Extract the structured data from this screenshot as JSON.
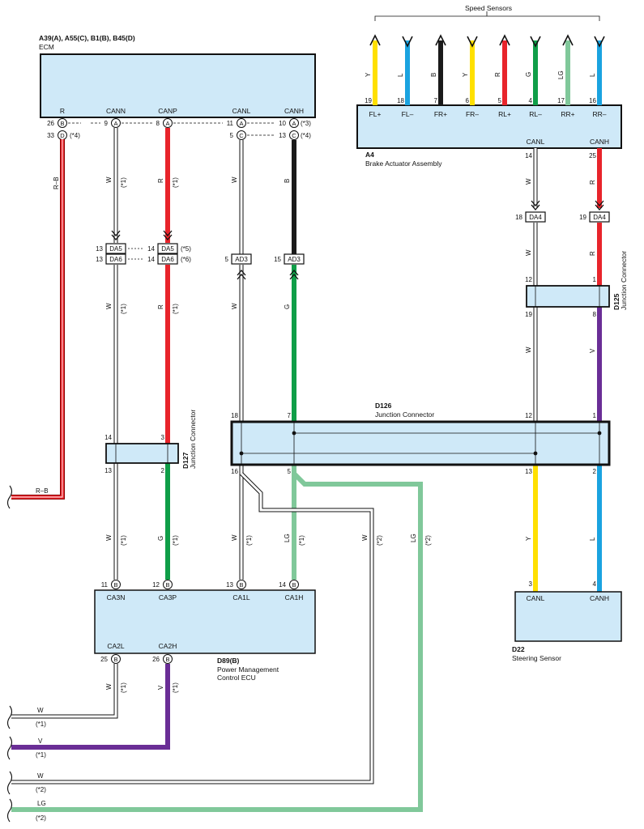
{
  "speed_sensors_title": "Speed Sensors",
  "ecm": {
    "id": "A39(A), A55(C), B1(B), B45(D)",
    "name": "ECM",
    "terms": [
      "R",
      "CANN",
      "CANP",
      "CANL",
      "CANH"
    ],
    "r_pin_b": "26",
    "r_conn_b": "B",
    "r_pin_d": "33",
    "r_conn_d": "D",
    "r_note_d": "(*4)",
    "cann_pin": "9",
    "cann_conn": "A",
    "canp_pin": "8",
    "canp_conn": "A",
    "canl_pin_a": "11",
    "canl_conn_a": "A",
    "canl_pin_c": "5",
    "canl_conn_c": "C",
    "canh_pin_a": "10",
    "canh_conn_a": "A",
    "canh_note_a": "(*3)",
    "canh_pin_c": "13",
    "canh_conn_c": "C",
    "canh_note_c": "(*4)"
  },
  "brake": {
    "id": "A4",
    "name": "Brake Actuator Assembly",
    "terms": [
      "FL+",
      "FL–",
      "FR+",
      "FR–",
      "RL+",
      "RL–",
      "RR+",
      "RR–"
    ],
    "pins": [
      "19",
      "18",
      "7",
      "6",
      "5",
      "4",
      "17",
      "16"
    ],
    "colors": [
      "Y",
      "L",
      "B",
      "Y",
      "R",
      "G",
      "LG",
      "L"
    ],
    "canl": "CANL",
    "canh": "CANH",
    "canl_pin": "14",
    "canh_pin": "25"
  },
  "wires": {
    "r_b": "R–B",
    "w": "W",
    "r": "R",
    "b": "B",
    "g": "G",
    "lg": "LG",
    "y": "Y",
    "l": "L",
    "v": "V",
    "n1": "(*1)",
    "n2": "(*2)"
  },
  "connectors": {
    "da5": "DA5",
    "da6": "DA6",
    "ad3": "AD3",
    "da4": "DA4",
    "da5_left_pin": "13",
    "da6_left_pin": "13",
    "da5_right_pin": "14",
    "da6_right_pin": "14",
    "da5_note": "(*5)",
    "da6_note": "(*6)",
    "ad3_canl_pin": "5",
    "ad3_canh_pin": "15",
    "da4_canl_pin": "18",
    "da4_canh_pin": "19"
  },
  "d125": {
    "id": "D125",
    "name": "Junction Connector",
    "top_left": "12",
    "top_right": "1",
    "bot_left": "19",
    "bot_right": "8"
  },
  "d127": {
    "id": "D127",
    "name": "Junction Connector",
    "top_left": "14",
    "top_right": "3",
    "bot_left": "13",
    "bot_right": "2"
  },
  "d126": {
    "id": "D126",
    "name": "Junction Connector",
    "top_pins": [
      "18",
      "7",
      "12",
      "1"
    ],
    "bot_pins": [
      "16",
      "5",
      "13",
      "2"
    ]
  },
  "d89": {
    "id": "D89(B)",
    "name1": "Power Management",
    "name2": "Control ECU",
    "top_terms": [
      "CA3N",
      "CA3P",
      "CA1L",
      "CA1H"
    ],
    "top_pins": [
      "11",
      "12",
      "13",
      "14"
    ],
    "conn": "B",
    "bot_terms": [
      "CA2L",
      "CA2H"
    ],
    "bot_pins": [
      "25",
      "26"
    ]
  },
  "d22": {
    "id": "D22",
    "name": "Steering Sensor",
    "terms": [
      "CANL",
      "CANH"
    ],
    "pins": [
      "3",
      "4"
    ]
  },
  "outputs": [
    {
      "label": "R–B",
      "note": ""
    },
    {
      "label": "W",
      "note": "(*1)"
    },
    {
      "label": "V",
      "note": "(*1)"
    },
    {
      "label": "W",
      "note": "(*2)"
    },
    {
      "label": "LG",
      "note": "(*2)"
    }
  ],
  "colors": {
    "box_fill": "#cfe9f8",
    "red": "#e8242b",
    "black": "#1a1a1a",
    "yellow": "#ffe000",
    "blue": "#1aa3e0",
    "green": "#0f9e48",
    "light_green": "#80c89a",
    "violet": "#6a2e96",
    "gray": "#7a7a7a"
  }
}
